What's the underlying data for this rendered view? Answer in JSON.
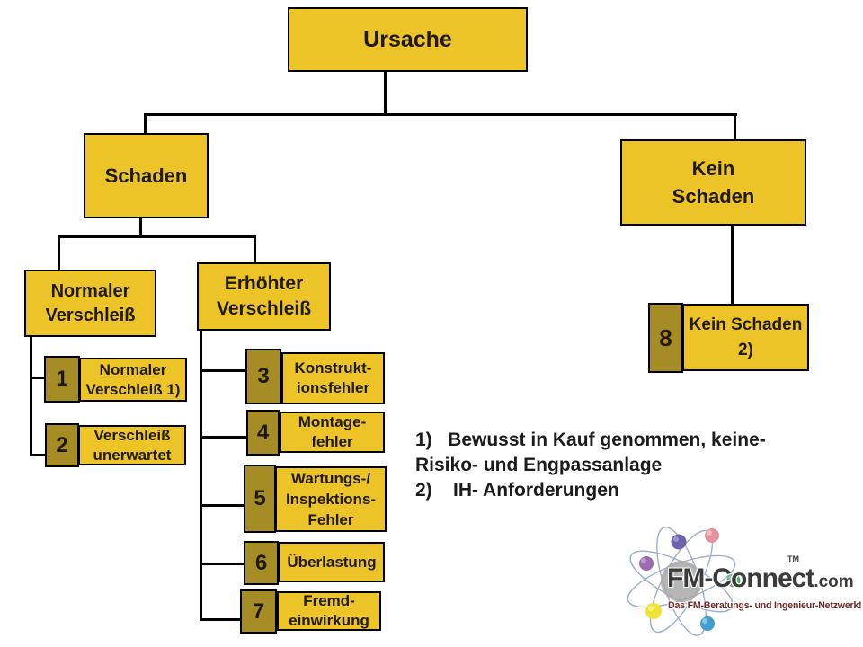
{
  "colors": {
    "box_fill": "#ecc427",
    "badge_fill": "#a68c25",
    "connector": "#000000",
    "text": "#201a0c",
    "logo_text": "#3b3b3b",
    "tagline_text": "#6e2a26"
  },
  "nodes": {
    "ursache": {
      "label": "Ursache"
    },
    "schaden": {
      "label": "Schaden"
    },
    "kein_schaden": {
      "line1": "Kein",
      "line2": "Schaden"
    },
    "normaler_verschleiss": {
      "line1": "Normaler",
      "line2": "Verschleiß"
    },
    "erhoehter_verschleiss": {
      "line1": "Erhöhter",
      "line2": "Verschleiß"
    }
  },
  "items": [
    {
      "number": "1",
      "lines": [
        "Normaler",
        "Verschleiß 1)"
      ]
    },
    {
      "number": "2",
      "lines": [
        "Verschleiß",
        "unerwartet"
      ]
    },
    {
      "number": "3",
      "lines": [
        "Konstrukt-",
        "ionsfehler"
      ]
    },
    {
      "number": "4",
      "lines": [
        "Montage-",
        "fehler"
      ]
    },
    {
      "number": "5",
      "lines": [
        "Wartungs-/",
        "Inspektions-",
        "Fehler"
      ]
    },
    {
      "number": "6",
      "lines": [
        "Überlastung"
      ]
    },
    {
      "number": "7",
      "lines": [
        "Fremd-",
        "einwirkung"
      ]
    },
    {
      "number": "8",
      "lines": [
        "Kein Schaden",
        "2)"
      ]
    }
  ],
  "footnotes": {
    "line1": "1)   Bewusst in Kauf genommen, keine-",
    "line2": "Risiko- und Engpassanlage",
    "line3": "2)    IH- Anforderungen"
  },
  "logo": {
    "brand": "FM-Connect",
    "domain": ".com",
    "trademark": "TM",
    "tagline": "Das FM-Beratungs- und Ingenieur-Netzwerk!"
  }
}
